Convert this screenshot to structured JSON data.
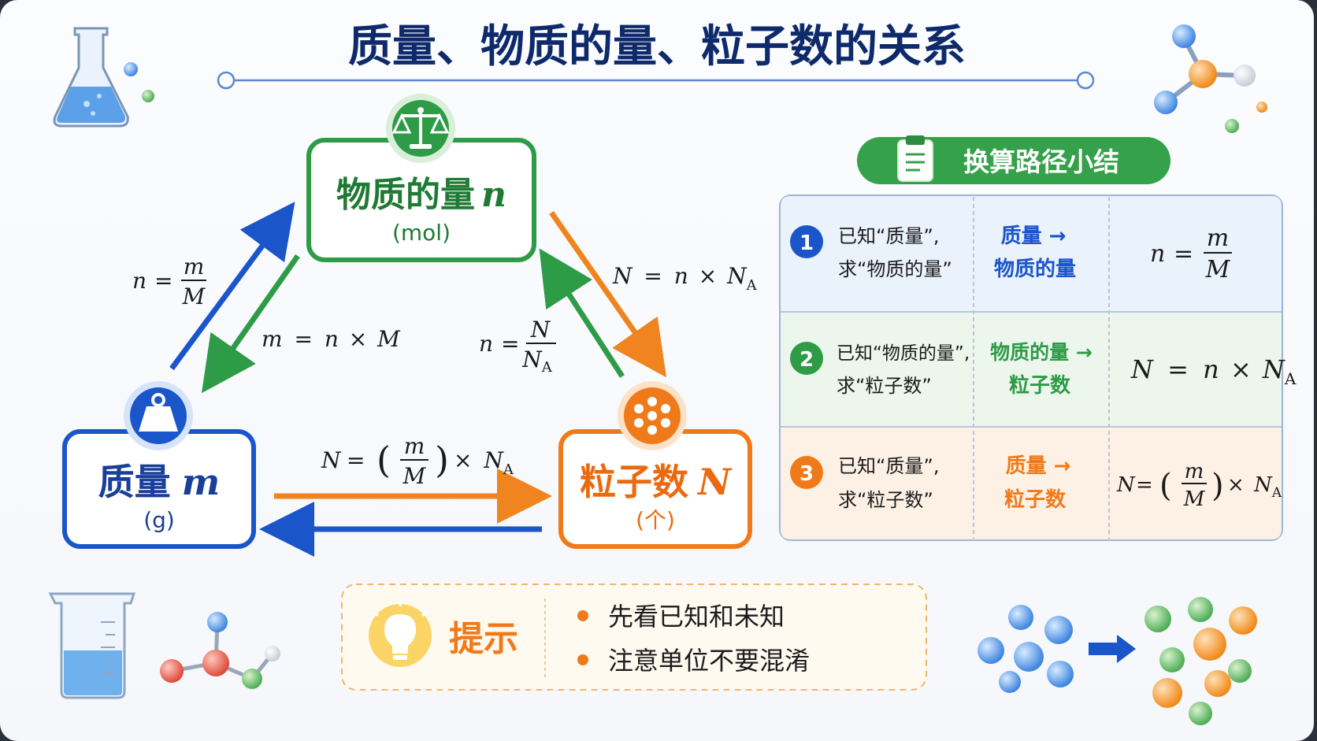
{
  "title": "质量、物质的量、粒子数的关系",
  "nodes": {
    "mole": {
      "name": "物质的量",
      "symbol": "n",
      "unit": "(mol)",
      "color": "#2e9b47"
    },
    "mass": {
      "name": "质量",
      "symbol": "m",
      "unit": "(g)",
      "color": "#1a55c9"
    },
    "particle": {
      "name": "粒子数",
      "symbol": "N",
      "unit": "(个)",
      "color": "#f07a1a"
    }
  },
  "formulas": {
    "mass_to_mole": {
      "lhs": "n",
      "eq": "=",
      "num": "m",
      "den": "M"
    },
    "mole_to_mass": {
      "lhs": "m",
      "eq": "=",
      "a": "n",
      "times": "×",
      "b": "M"
    },
    "particle_to_mole": {
      "lhs": "n",
      "eq": "=",
      "num": "N",
      "den": "N",
      "den_sub": "A"
    },
    "mole_to_particle": {
      "lhs": "N",
      "eq": "=",
      "a": "n",
      "times": "×",
      "b": "N",
      "b_sub": "A"
    },
    "mass_to_particle": {
      "lhs": "N",
      "eq": "=",
      "lp": "(",
      "num": "m",
      "den": "M",
      "rp": ")",
      "times": "×",
      "b": "N",
      "b_sub": "A"
    }
  },
  "summary": {
    "title": "换算路径小结",
    "rows": [
      {
        "num": "1",
        "known1": "已知“质量”,",
        "known2": "求“物质的量”",
        "path1": "质量 →",
        "path2": "物质的量",
        "color": "#1a55c9",
        "f": {
          "lhs": "n",
          "eq": "=",
          "num": "m",
          "den": "M"
        }
      },
      {
        "num": "2",
        "known1": "已知“物质的量”,",
        "known2": "求“粒子数”",
        "path1": "物质的量 →",
        "path2": "粒子数",
        "color": "#2e9b47",
        "f": {
          "lhs": "N",
          "eq": "=",
          "a": "n",
          "times": "×",
          "b": "N",
          "b_sub": "A"
        }
      },
      {
        "num": "3",
        "known1": "已知“质量”,",
        "known2": "求“粒子数”",
        "path1": "质量 →",
        "path2": "粒子数",
        "color": "#f07a1a",
        "f": {
          "lhs": "N",
          "eq": "=",
          "lp": "(",
          "num": "m",
          "den": "M",
          "rp": ")",
          "times": "×",
          "b": "N",
          "b_sub": "A"
        }
      }
    ]
  },
  "tip": {
    "label": "提示",
    "items": [
      "先看已知和未知",
      "注意单位不要混淆"
    ]
  },
  "icons": {
    "mole": "balance-scale-icon",
    "mass": "weight-icon",
    "particle": "particles-icon",
    "summary": "clipboard-icon",
    "tip": "lightbulb-icon"
  }
}
